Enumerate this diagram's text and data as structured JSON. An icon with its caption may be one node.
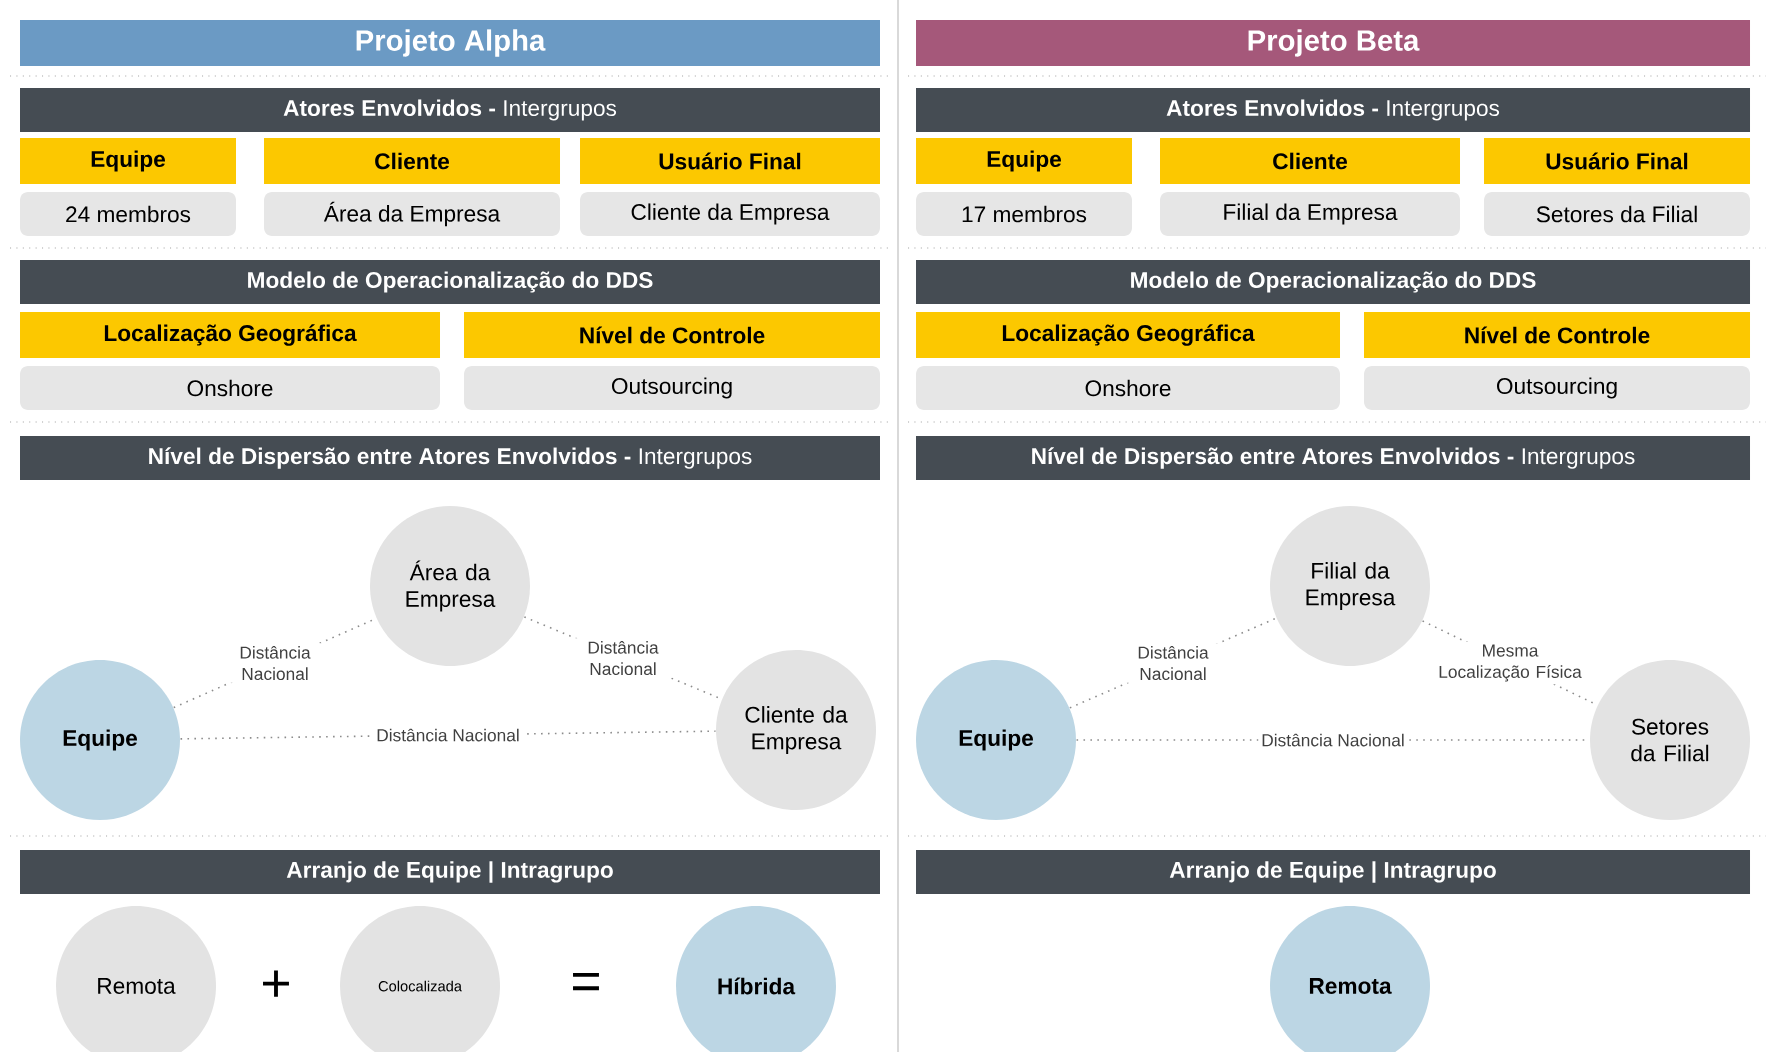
{
  "diagram": {
    "nodes": [
      {
        "text": [
          "Projeto Alpha"
        ]
      },
      {
        "text": [
          "**Atores Envolvidos -** Intergrupos"
        ]
      },
      {
        "text": [
          "Equipe"
        ]
      },
      {
        "text": [
          "Cliente"
        ]
      },
      {
        "text": [
          "Usuário Final"
        ]
      },
      {
        "text": [
          "24 membros"
        ]
      },
      {
        "text": [
          "Área da Empresa"
        ]
      },
      {
        "text": [
          "Cliente da Empresa"
        ]
      },
      {
        "text": [
          "Modelo de Operacionalização do DDS"
        ]
      },
      {
        "text": [
          "Localização Geográfica"
        ]
      },
      {
        "text": [
          "Nível de Controle"
        ]
      },
      {
        "text": [
          "Onshore"
        ]
      },
      {
        "text": [
          "Outsourcing"
        ]
      },
      {
        "text": [
          "**Nível de Dispersão entre Atores Envolvidos -** Intergrupos"
        ]
      },
      {
        "text": [
          "Equipe"
        ]
      },
      {
        "text": [
          "Área da Empresa"
        ]
      },
      {
        "text": [
          "Cliente da Empresa"
        ]
      },
      {
        "text": [
          "Arranjo de Equipe | Intragrupo"
        ]
      },
      {
        "text": [
          "Remota"
        ]
      },
      {
        "text": [
          "Colocalizada"
        ]
      },
      {
        "text": [
          "Híbrida"
        ]
      },
      {
        "text": [
          "Projeto Beta"
        ]
      },
      {
        "text": [
          "**Atores Envolvidos -** Intergrupos"
        ]
      },
      {
        "text": [
          "Equipe"
        ]
      },
      {
        "text": [
          "Cliente"
        ]
      },
      {
        "text": [
          "Usuário Final"
        ]
      },
      {
        "text": [
          "17 membros"
        ]
      },
      {
        "text": [
          "Filial da Empresa"
        ]
      },
      {
        "text": [
          "Setores da Filial"
        ]
      },
      {
        "text": [
          "Modelo de Operacionalização do DDS"
        ]
      },
      {
        "text": [
          "Localização Geográfica"
        ]
      },
      {
        "text": [
          "Nível de Controle"
        ]
      },
      {
        "text": [
          "Onshore"
        ]
      },
      {
        "text": [
          "Outsourcing"
        ]
      },
      {
        "text": [
          "**Nível de Dispersão entre Atores Envolvidos -** Intergrupos"
        ]
      },
      {
        "text": [
          "Equipe"
        ]
      },
      {
        "text": [
          "Filial da Empresa"
        ]
      },
      {
        "text": [
          "Setores da Filial"
        ]
      },
      {
        "text": [
          "Arranjo de Equipe | Intragrupo"
        ]
      },
      {
        "text": [
          "Remota"
        ]
      }
    ],
    "edges": [
      {
        "from": 14,
        "to": 15,
        "arrow": "none",
        "label": "Distância Nacional"
      },
      {
        "from": 15,
        "to": 16,
        "arrow": "none",
        "label": "Distância Nacional"
      },
      {
        "from": 14,
        "to": 16,
        "arrow": "none",
        "label": "Distância Nacional"
      },
      {
        "from": 35,
        "to": 36,
        "arrow": "none",
        "label": "Distância Nacional"
      },
      {
        "from": 36,
        "to": 37,
        "arrow": "none",
        "label": "Mesma Localização Física"
      },
      {
        "from": 35,
        "to": 37,
        "arrow": "none",
        "label": "Distância Nacional"
      }
    ],
    "labels": [
      "+",
      "="
    ]
  }
}
